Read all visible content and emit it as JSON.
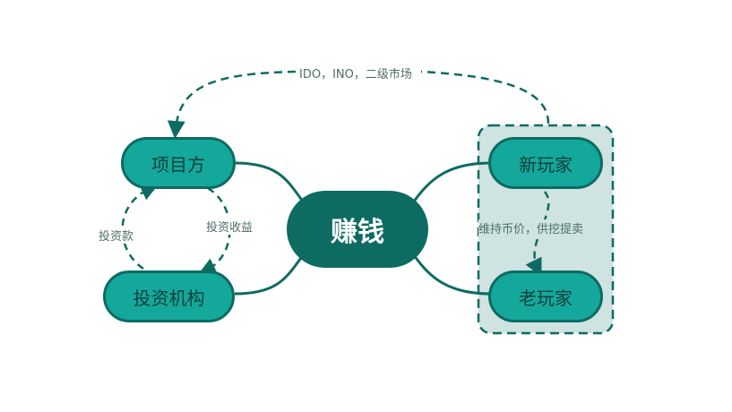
{
  "center": {
    "label": "赚钱"
  },
  "nodes": {
    "project": "项目方",
    "investor": "投资机构",
    "new_player": "新玩家",
    "old_player": "老玩家"
  },
  "edge_labels": {
    "top": "IDO，INO，二级市场",
    "invest_money": "投资款",
    "invest_return": "投资收益",
    "players": "维持币价，供挖提卖"
  },
  "colors": {
    "node_fill": "#14a89c",
    "node_border": "#0e6b62",
    "center_fill": "#0e6b62",
    "group_fill": "#cfe3e1",
    "line": "#0e6b62"
  }
}
